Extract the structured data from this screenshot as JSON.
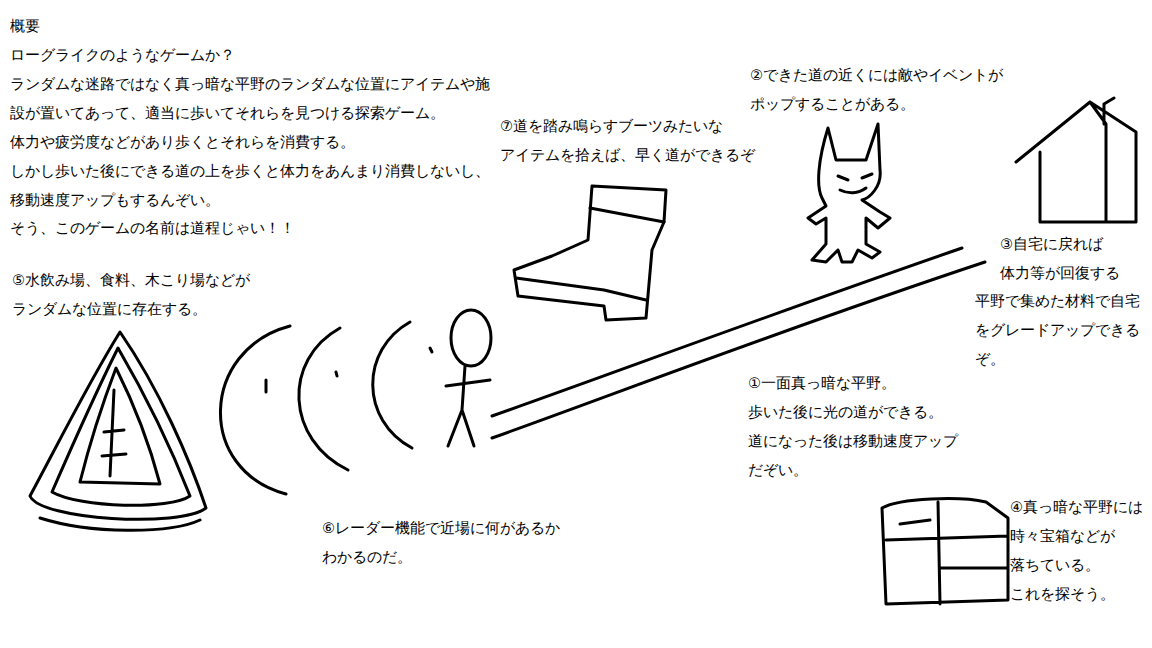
{
  "diagram": {
    "title": "概要",
    "labels": [
      "ローグライクのようなゲームか？",
      "ランダムな迷路ではなく真っ暗な平野のランダムな位置にアイテムや施 設が置いてあって、適当に歩いてそれらを見つける探索ゲーム。",
      "体力や疲労度などがあり歩くとそれらを消費する。",
      "しかし歩いた後にできる道の上を歩くと体力をあんまり消費しないし、 移動速度アップもするんぞい。",
      "そう、このゲームの名前は道程じゃい！！",
      "②できた道の近くには敵やイベントが ポップすることがある。",
      "⑦道を踏み鳴らすブーツみたいな アイテムを拾えば、早く道ができるぞ",
      "③自宅に戻れば 体力等が回復する",
      "平野で集めた材料で自宅 をグレードアップできる ぞ。",
      "⑤水飲み場、食料、木こり場などが ランダムな位置に存在する。",
      "①一面真っ暗な平野。 歩いた後に光の道ができる。 道になった後は移動速度アップ だぞい。",
      "⑥レーダー機能で近場に何があるか わかるのだ。",
      "④真っ暗な平野には 時々宝箱などが 落ちている。 これを探そう。"
    ]
  }
}
